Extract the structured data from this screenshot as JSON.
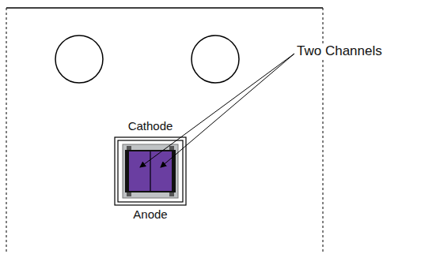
{
  "diagram": {
    "labels": [
      "Cathode",
      "Anode",
      "Two Channels"
    ]
  }
}
